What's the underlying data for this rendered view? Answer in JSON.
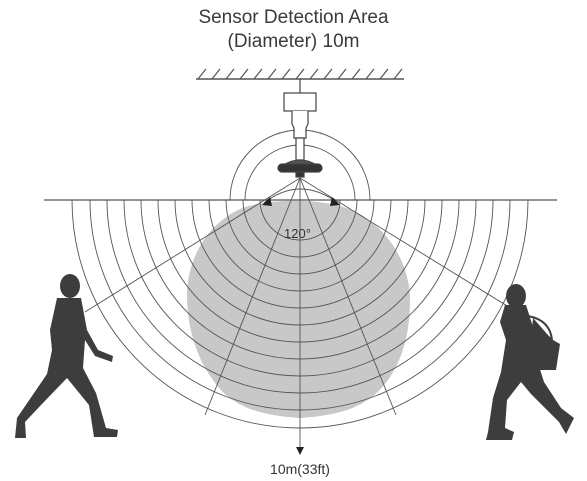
{
  "title_line1": "Sensor Detection Area",
  "title_line2": "(Diameter) 10m",
  "angle_label": "120°",
  "distance_label": "10m(33ft)",
  "colors": {
    "line": "#555555",
    "detection_area": "#c8c8c8",
    "figure": "#3d3d3d",
    "text": "#333333"
  },
  "icons": [
    "ceiling-hatch",
    "ceiling-mount",
    "highbay-light",
    "person-walking-left",
    "person-walking-right-with-bag"
  ]
}
